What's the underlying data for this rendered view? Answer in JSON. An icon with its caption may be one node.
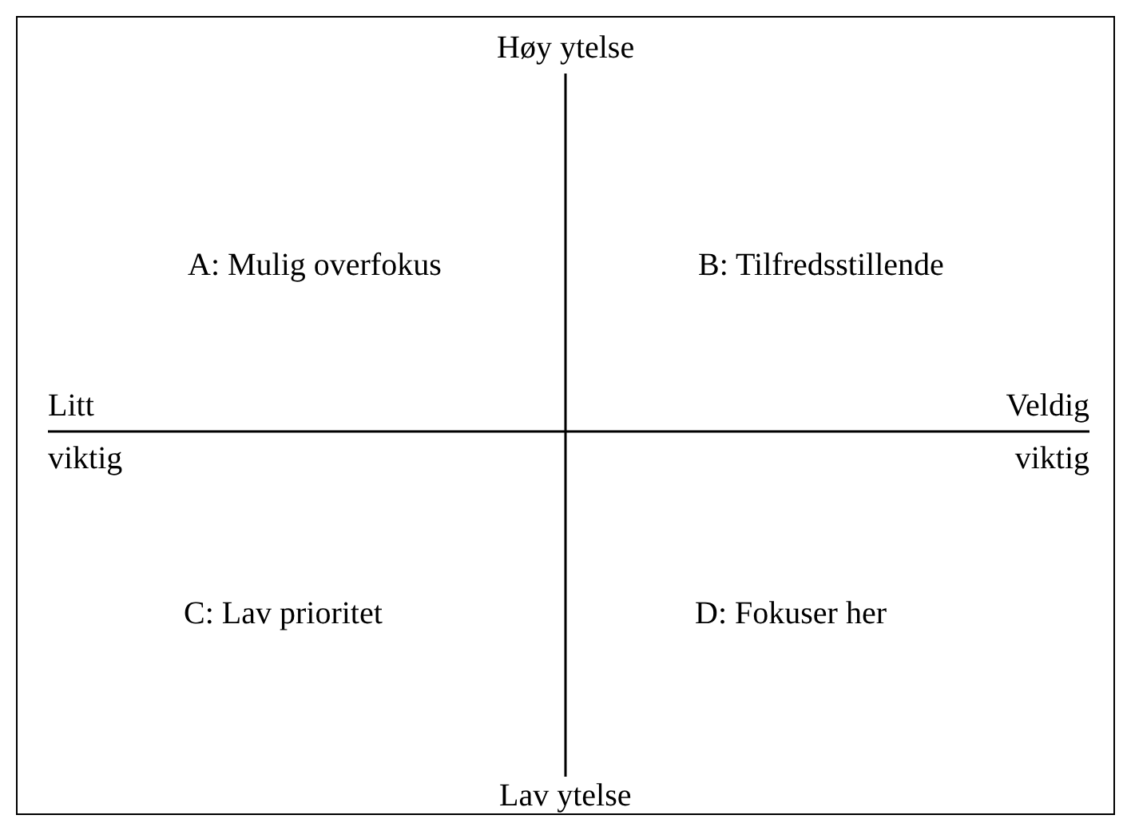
{
  "diagram": {
    "labels": [
      "Høy ytelse",
      "A: Mulig overfokus",
      "B: Tilfredsstillende",
      "Litt viktig",
      "Veldig viktig",
      "C: Lav prioritet",
      "D: Fokuser her",
      "Lav ytelse"
    ]
  }
}
